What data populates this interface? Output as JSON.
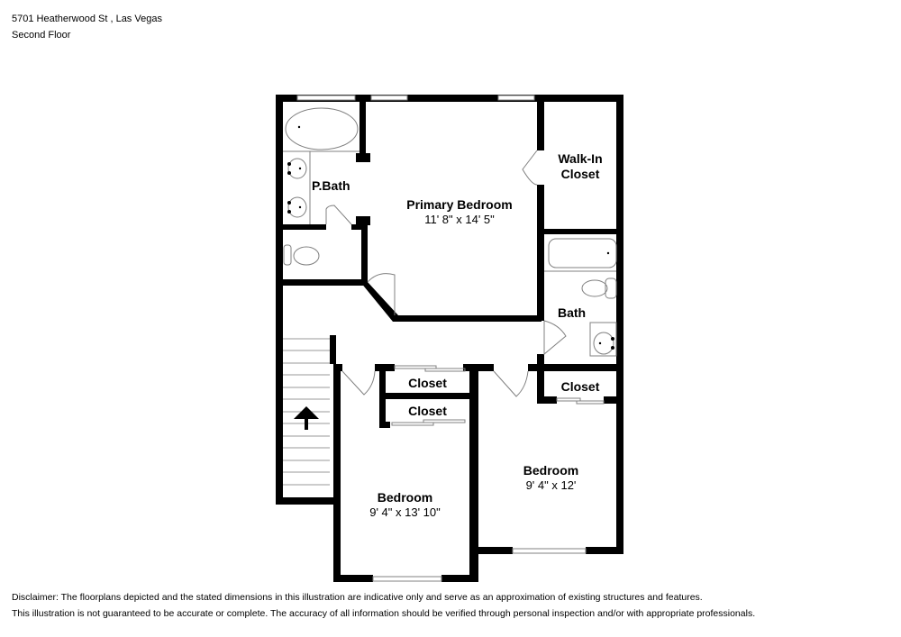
{
  "header": {
    "address": "5701 Heatherwood St , Las Vegas",
    "floor": "Second Floor"
  },
  "rooms": [
    {
      "id": "primary-bedroom",
      "name": "Primary Bedroom",
      "dimensions": "11' 8\" x 14' 5\""
    },
    {
      "id": "primary-bath",
      "name": "P.Bath"
    },
    {
      "id": "walk-in-closet",
      "name_line1": "Walk-In",
      "name_line2": "Closet"
    },
    {
      "id": "bath",
      "name": "Bath"
    },
    {
      "id": "closet-1",
      "name": "Closet"
    },
    {
      "id": "closet-2",
      "name": "Closet"
    },
    {
      "id": "closet-3",
      "name": "Closet"
    },
    {
      "id": "bedroom-2",
      "name": "Bedroom",
      "dimensions": "9' 4\" x 13' 10\""
    },
    {
      "id": "bedroom-3",
      "name": "Bedroom",
      "dimensions": "9' 4\" x 12'"
    }
  ],
  "disclaimer": {
    "line1": "Disclaimer: The floorplans depicted and the stated dimensions in this illustration are indicative only and serve as an approximation of existing structures and features.",
    "line2": "This illustration is not guaranteed to be accurate or complete. The accuracy of all information should be verified through personal inspection and/or with appropriate professionals."
  },
  "colors": {
    "wall": "#000000",
    "fixture": "#808080",
    "background": "#ffffff"
  }
}
